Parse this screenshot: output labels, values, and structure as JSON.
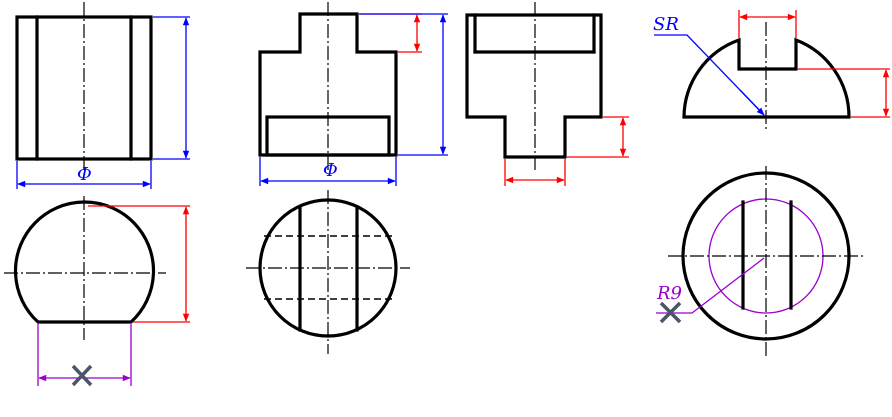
{
  "labels": {
    "dia_1": "Φ",
    "dia_2": "Φ",
    "sphere_radius": "SR",
    "radius": "R9"
  },
  "marks": {
    "unknown_1": "×",
    "unknown_2": "×"
  },
  "colors": {
    "object": "#000000",
    "dim_blue": "#0000ff",
    "dim_red": "#ff0000",
    "dim_purple": "#9900cc",
    "cross": "#4a5568",
    "background": "#ffffff"
  }
}
